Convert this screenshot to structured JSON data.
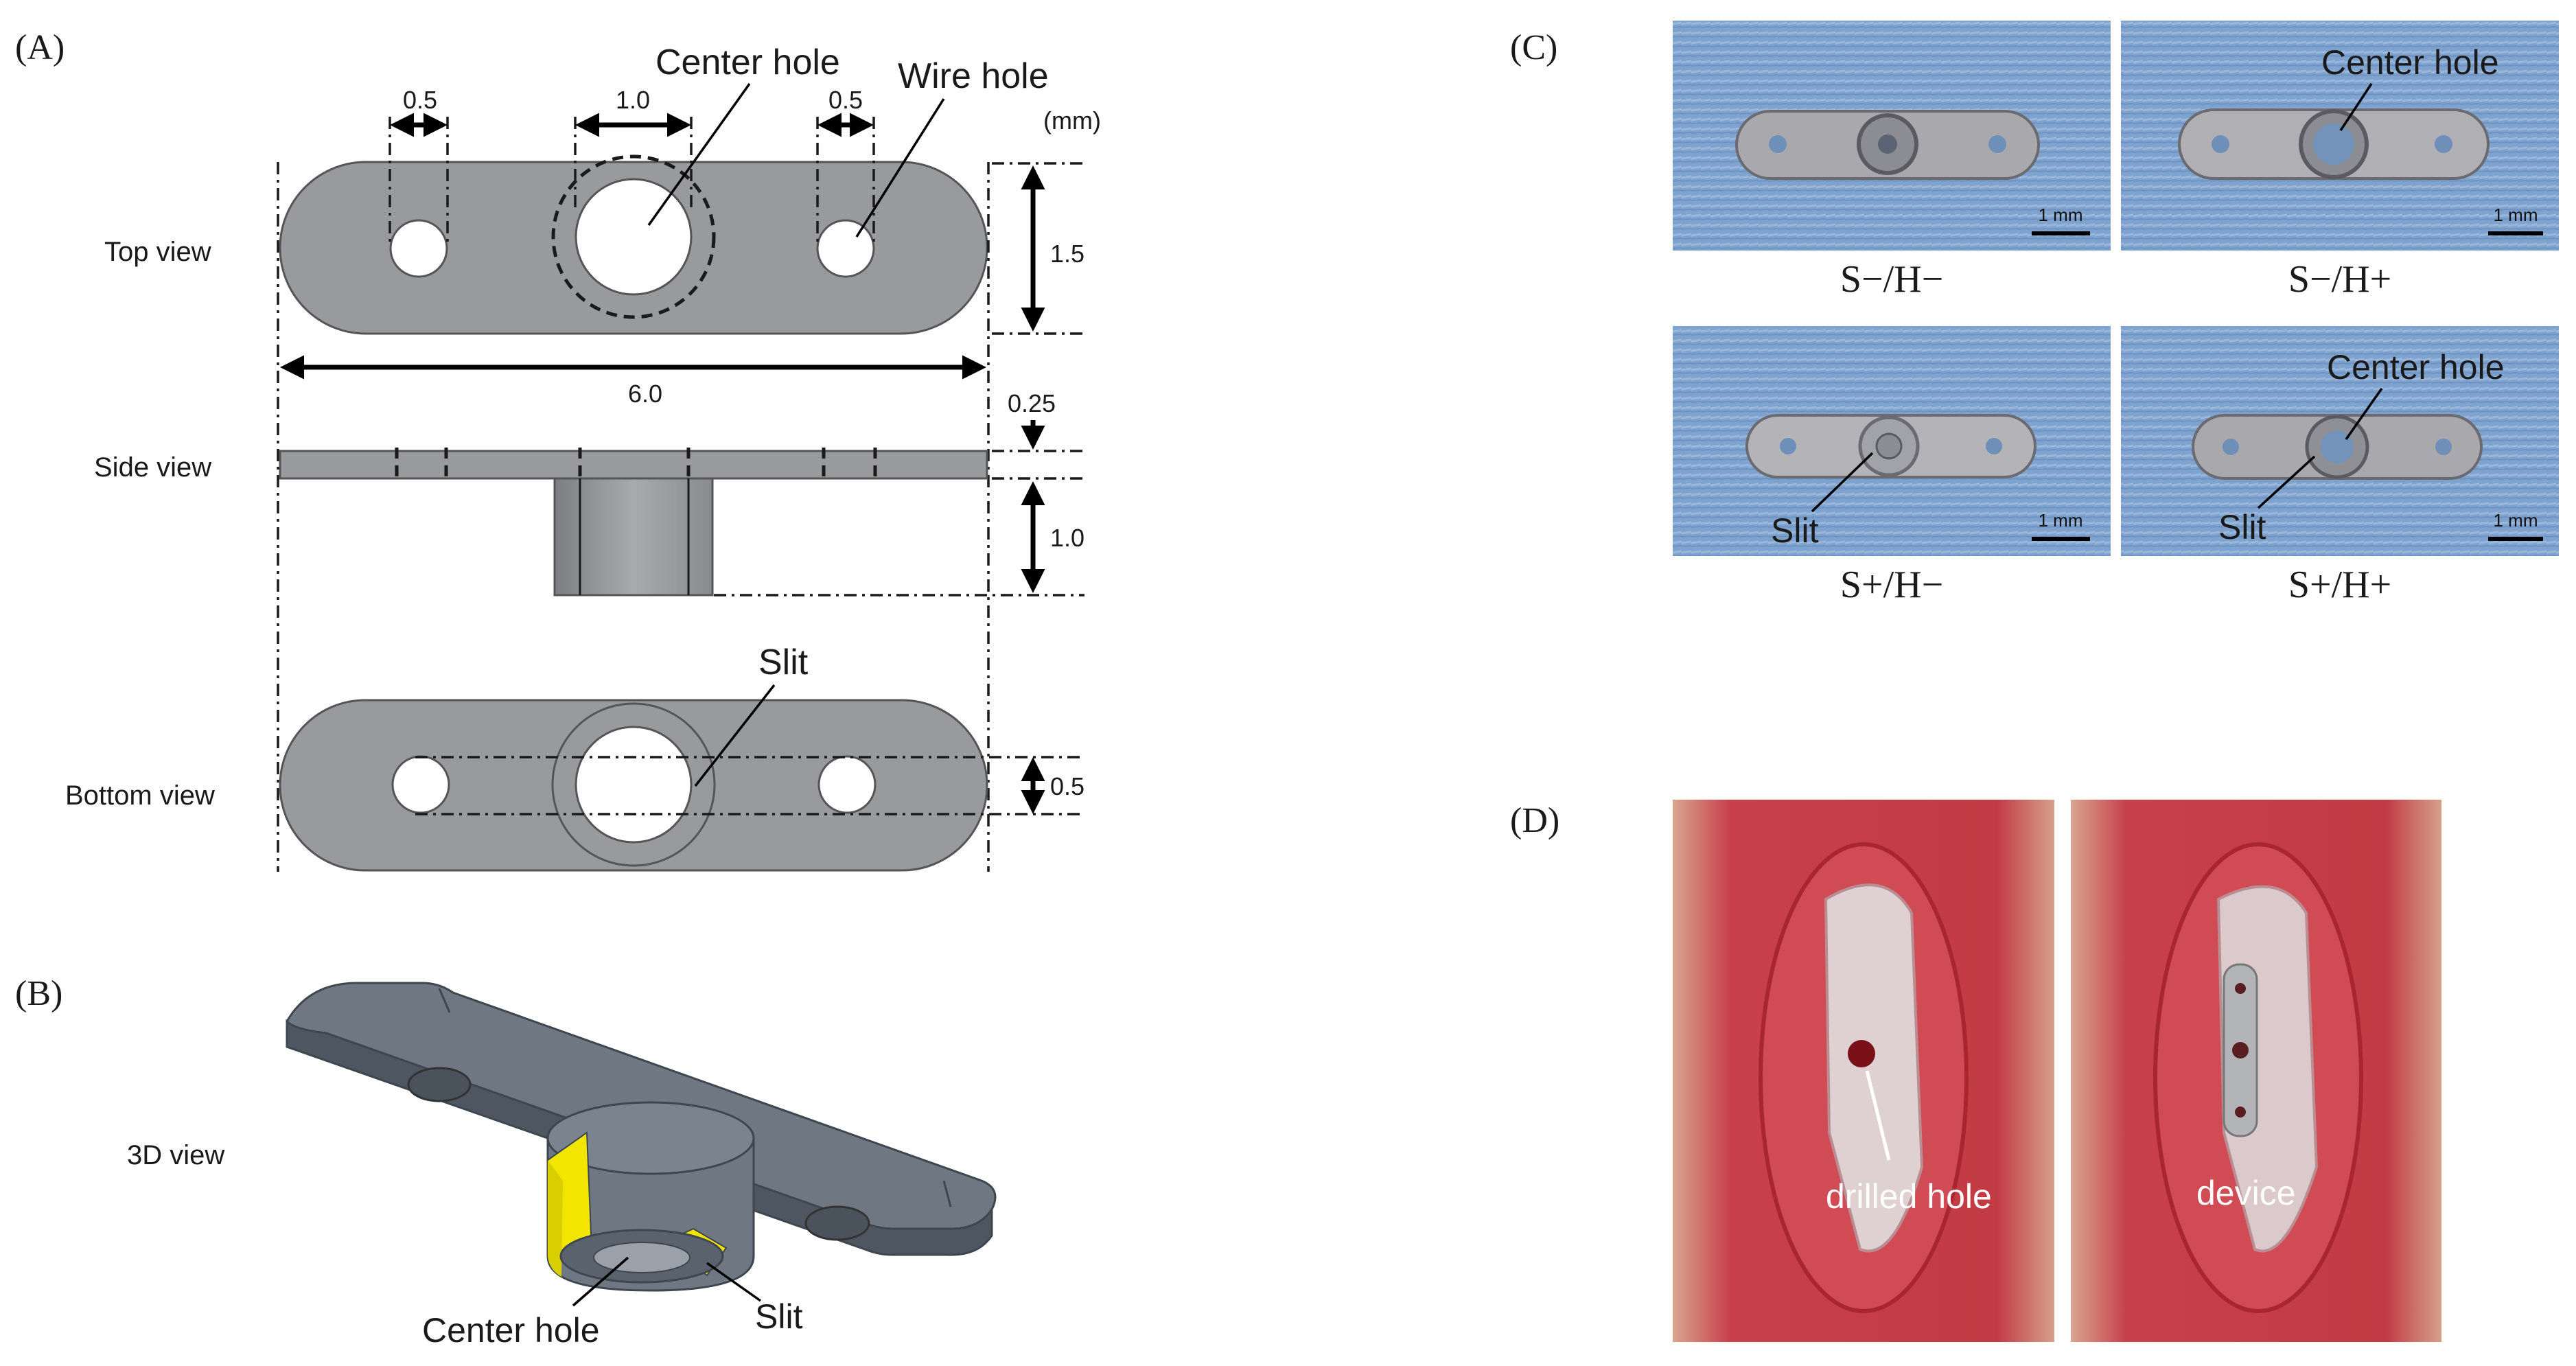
{
  "panels": {
    "a": {
      "letter": "(A)",
      "views": {
        "top": "Top view",
        "side": "Side view",
        "bottom": "Bottom view"
      },
      "unit": "(mm)",
      "dims": {
        "wire_left": "0.5",
        "center": "1.0",
        "wire_right": "0.5",
        "height": "1.5",
        "length": "6.0",
        "thickness": "0.25",
        "post": "1.0",
        "slit": "0.5"
      },
      "callouts": {
        "center_hole": "Center hole",
        "wire_hole": "Wire hole",
        "slit": "Slit"
      }
    },
    "b": {
      "letter": "(B)",
      "view": "3D view",
      "callouts": {
        "center_hole": "Center hole",
        "slit": "Slit"
      },
      "colors": {
        "body": "#6e7782",
        "slit": "#f2e600"
      }
    },
    "c": {
      "letter": "(C)",
      "scale_bar": "1 mm",
      "photos": [
        {
          "condition": "S−/H−",
          "callouts": []
        },
        {
          "condition": "S−/H+",
          "callouts": [
            "Center hole"
          ]
        },
        {
          "condition": "S+/H−",
          "callouts": [
            "Slit"
          ]
        },
        {
          "condition": "S+/H+",
          "callouts": [
            "Center hole",
            "Slit"
          ]
        }
      ],
      "colors": {
        "background": "#7fa3cf"
      }
    },
    "d": {
      "letter": "(D)",
      "labels": {
        "left": "drilled hole",
        "right": "device"
      },
      "colors": {
        "tissue": "#c8404a"
      }
    }
  }
}
